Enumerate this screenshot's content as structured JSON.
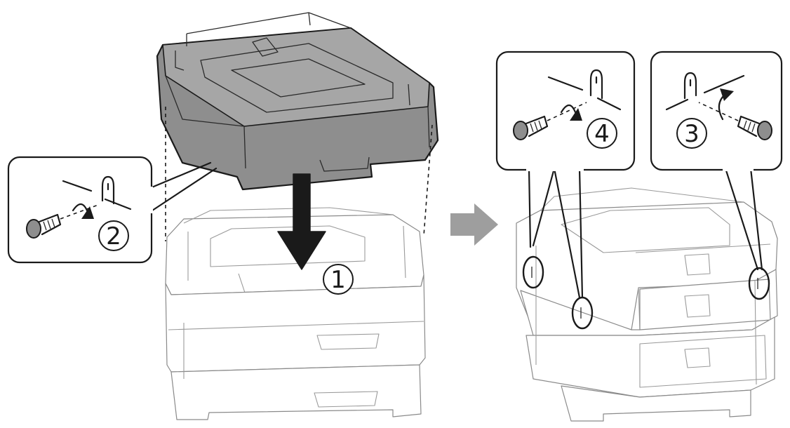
{
  "steps": [
    {
      "number": "1"
    },
    {
      "number": "2"
    },
    {
      "number": "3"
    },
    {
      "number": "4"
    }
  ],
  "colors": {
    "unit_dark": "#8e8e8e",
    "unit_dark_top": "#a6a6a6",
    "unit_pale_stroke": "#8a8a8a",
    "line": "#1a1a1a",
    "proceed_arrow": "#9e9e9e"
  },
  "icons": [
    "screw-icon",
    "rotate-clockwise-icon",
    "rotate-counterclockwise-icon",
    "down-arrow-icon",
    "right-arrow-icon",
    "mounting-tab-icon"
  ]
}
